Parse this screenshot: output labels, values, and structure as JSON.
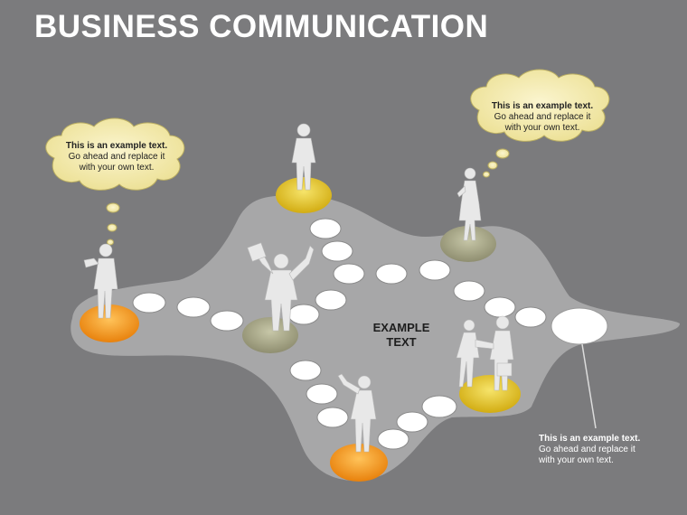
{
  "title": "BUSINESS COMMUNICATION",
  "center_label": {
    "line1": "EXAMPLE",
    "line2": "TEXT"
  },
  "bubbles": [
    {
      "line1": "This is an example text.",
      "line2": "Go ahead and replace it",
      "line3": "with your own text."
    },
    {
      "line1": "This is an example text.",
      "line2": "Go ahead and replace it",
      "line3": "with your own text."
    }
  ],
  "callout": {
    "line1": "This is an example text.",
    "line2": "Go ahead and replace it",
    "line3": "with your own text."
  },
  "colors": {
    "background": "#7b7b7d",
    "platform": "#a6a6a6",
    "orange": "#f39a1e",
    "yellow": "#e4c323",
    "olive": "#a8a78a",
    "cloud": "#f4e9a6",
    "silhouette": "#e6e6e6"
  }
}
